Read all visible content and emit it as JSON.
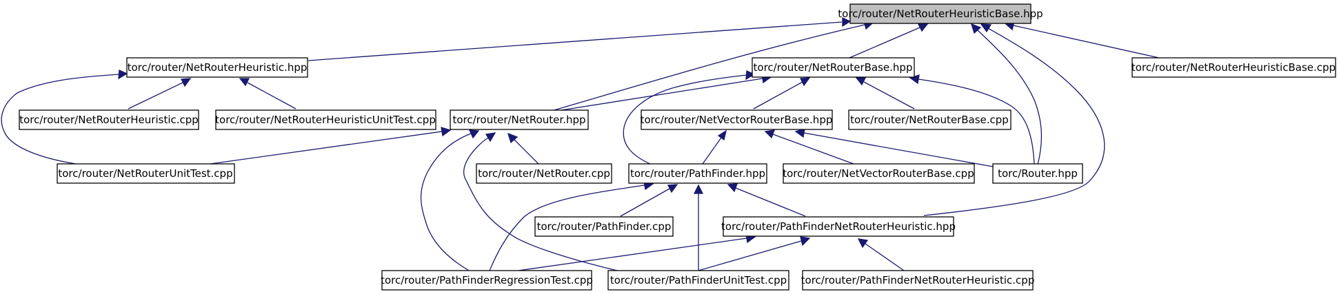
{
  "nodes": [
    {
      "id": "n0",
      "label": "torc/router/NetRouterHeuristicBase.hpp"
    },
    {
      "id": "n1",
      "label": "torc/router/NetRouterHeuristic.hpp"
    },
    {
      "id": "n2",
      "label": "torc/router/NetRouterBase.hpp"
    },
    {
      "id": "n3",
      "label": "torc/router/NetRouterHeuristicBase.cpp"
    },
    {
      "id": "n4",
      "label": "torc/router/NetRouterHeuristic.cpp"
    },
    {
      "id": "n5",
      "label": "torc/router/NetRouterHeuristicUnitTest.cpp"
    },
    {
      "id": "n6",
      "label": "torc/router/NetRouter.hpp"
    },
    {
      "id": "n7",
      "label": "torc/router/NetVectorRouterBase.hpp"
    },
    {
      "id": "n8",
      "label": "torc/router/NetRouterBase.cpp"
    },
    {
      "id": "n9",
      "label": "torc/router/NetRouterUnitTest.cpp"
    },
    {
      "id": "n10",
      "label": "torc/router/NetRouter.cpp"
    },
    {
      "id": "n11",
      "label": "torc/router/PathFinder.hpp"
    },
    {
      "id": "n12",
      "label": "torc/router/NetVectorRouterBase.cpp"
    },
    {
      "id": "n13",
      "label": "torc/Router.hpp"
    },
    {
      "id": "n14",
      "label": "torc/router/PathFinder.cpp"
    },
    {
      "id": "n15",
      "label": "torc/router/PathFinderNetRouterHeuristic.hpp"
    },
    {
      "id": "n16",
      "label": "torc/router/PathFinderRegressionTest.cpp"
    },
    {
      "id": "n17",
      "label": "torc/router/PathFinderUnitTest.cpp"
    },
    {
      "id": "n18",
      "label": "torc/router/PathFinderNetRouterHeuristic.cpp"
    }
  ],
  "edges": [
    {
      "from": "n1",
      "to": "n0"
    },
    {
      "from": "n2",
      "to": "n0"
    },
    {
      "from": "n3",
      "to": "n0"
    },
    {
      "from": "n6",
      "to": "n0"
    },
    {
      "from": "n13",
      "to": "n0"
    },
    {
      "from": "n15",
      "to": "n0"
    },
    {
      "from": "n4",
      "to": "n1"
    },
    {
      "from": "n5",
      "to": "n1"
    },
    {
      "from": "n9",
      "to": "n1"
    },
    {
      "from": "n6",
      "to": "n2"
    },
    {
      "from": "n7",
      "to": "n2"
    },
    {
      "from": "n8",
      "to": "n2"
    },
    {
      "from": "n11",
      "to": "n2"
    },
    {
      "from": "n13",
      "to": "n2"
    },
    {
      "from": "n9",
      "to": "n6"
    },
    {
      "from": "n10",
      "to": "n6"
    },
    {
      "from": "n16",
      "to": "n6"
    },
    {
      "from": "n17",
      "to": "n6"
    },
    {
      "from": "n11",
      "to": "n7"
    },
    {
      "from": "n12",
      "to": "n7"
    },
    {
      "from": "n13",
      "to": "n7"
    },
    {
      "from": "n14",
      "to": "n11"
    },
    {
      "from": "n15",
      "to": "n11"
    },
    {
      "from": "n16",
      "to": "n11"
    },
    {
      "from": "n17",
      "to": "n11"
    },
    {
      "from": "n16",
      "to": "n15"
    },
    {
      "from": "n17",
      "to": "n15"
    },
    {
      "from": "n18",
      "to": "n15"
    }
  ]
}
